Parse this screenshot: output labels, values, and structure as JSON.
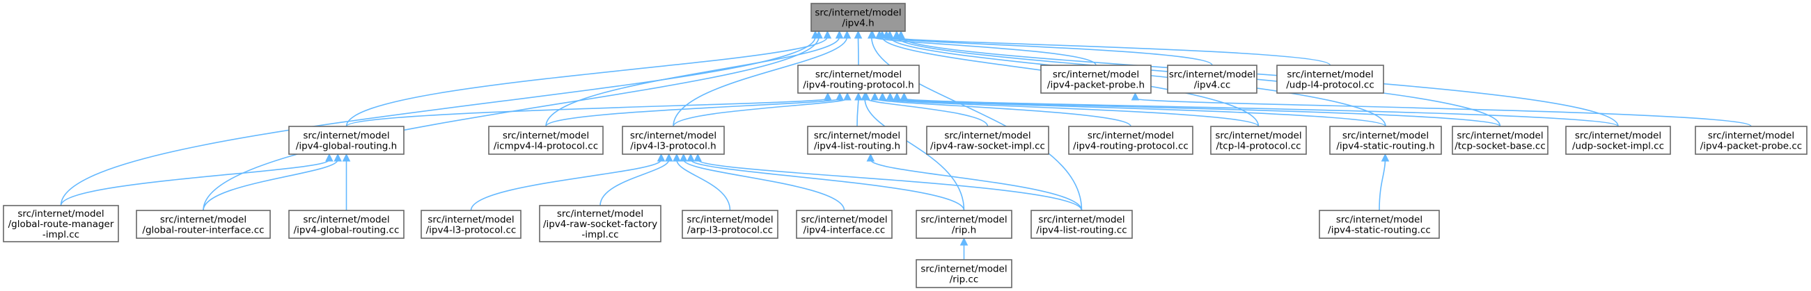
{
  "colors": {
    "edge": "#63b8ff",
    "node_border": "#666666",
    "root_fill": "#999999",
    "node_fill": "#ffffff"
  },
  "nodes": {
    "ipv4_h": [
      "src/internet/model",
      "/ipv4.h"
    ],
    "routing_h": [
      "src/internet/model",
      "/ipv4-routing-protocol.h"
    ],
    "probe_h": [
      "src/internet/model",
      "/ipv4-packet-probe.h"
    ],
    "ipv4_cc": [
      "src/internet/model",
      "/ipv4.cc"
    ],
    "udp_l4_cc": [
      "src/internet/model",
      "/udp-l4-protocol.cc"
    ],
    "global_routing_h": [
      "src/internet/model",
      "/ipv4-global-routing.h"
    ],
    "icmpv4_cc": [
      "src/internet/model",
      "/icmpv4-l4-protocol.cc"
    ],
    "l3_h": [
      "src/internet/model",
      "/ipv4-l3-protocol.h"
    ],
    "list_routing_h": [
      "src/internet/model",
      "/ipv4-list-routing.h"
    ],
    "raw_socket_cc": [
      "src/internet/model",
      "/ipv4-raw-socket-impl.cc"
    ],
    "routing_cc": [
      "src/internet/model",
      "/ipv4-routing-protocol.cc"
    ],
    "tcp_l4_cc": [
      "src/internet/model",
      "/tcp-l4-protocol.cc"
    ],
    "static_routing_h": [
      "src/internet/model",
      "/ipv4-static-routing.h"
    ],
    "tcp_socket_base_cc": [
      "src/internet/model",
      "/tcp-socket-base.cc"
    ],
    "udp_socket_cc": [
      "src/internet/model",
      "/udp-socket-impl.cc"
    ],
    "probe_cc": [
      "src/internet/model",
      "/ipv4-packet-probe.cc"
    ],
    "grm_impl_cc": [
      "src/internet/model",
      "/global-route-manager",
      "-impl.cc"
    ],
    "gri_cc": [
      "src/internet/model",
      "/global-router-interface.cc"
    ],
    "global_routing_cc": [
      "src/internet/model",
      "/ipv4-global-routing.cc"
    ],
    "l3_cc": [
      "src/internet/model",
      "/ipv4-l3-protocol.cc"
    ],
    "raw_factory_cc": [
      "src/internet/model",
      "/ipv4-raw-socket-factory",
      "-impl.cc"
    ],
    "arp_l3_cc": [
      "src/internet/model",
      "/arp-l3-protocol.cc"
    ],
    "interface_cc": [
      "src/internet/model",
      "/ipv4-interface.cc"
    ],
    "rip_h": [
      "src/internet/model",
      "/rip.h"
    ],
    "list_routing_cc": [
      "src/internet/model",
      "/ipv4-list-routing.cc"
    ],
    "static_routing_cc": [
      "src/internet/model",
      "/ipv4-static-routing.cc"
    ],
    "rip_cc": [
      "src/internet/model",
      "/rip.cc"
    ]
  }
}
